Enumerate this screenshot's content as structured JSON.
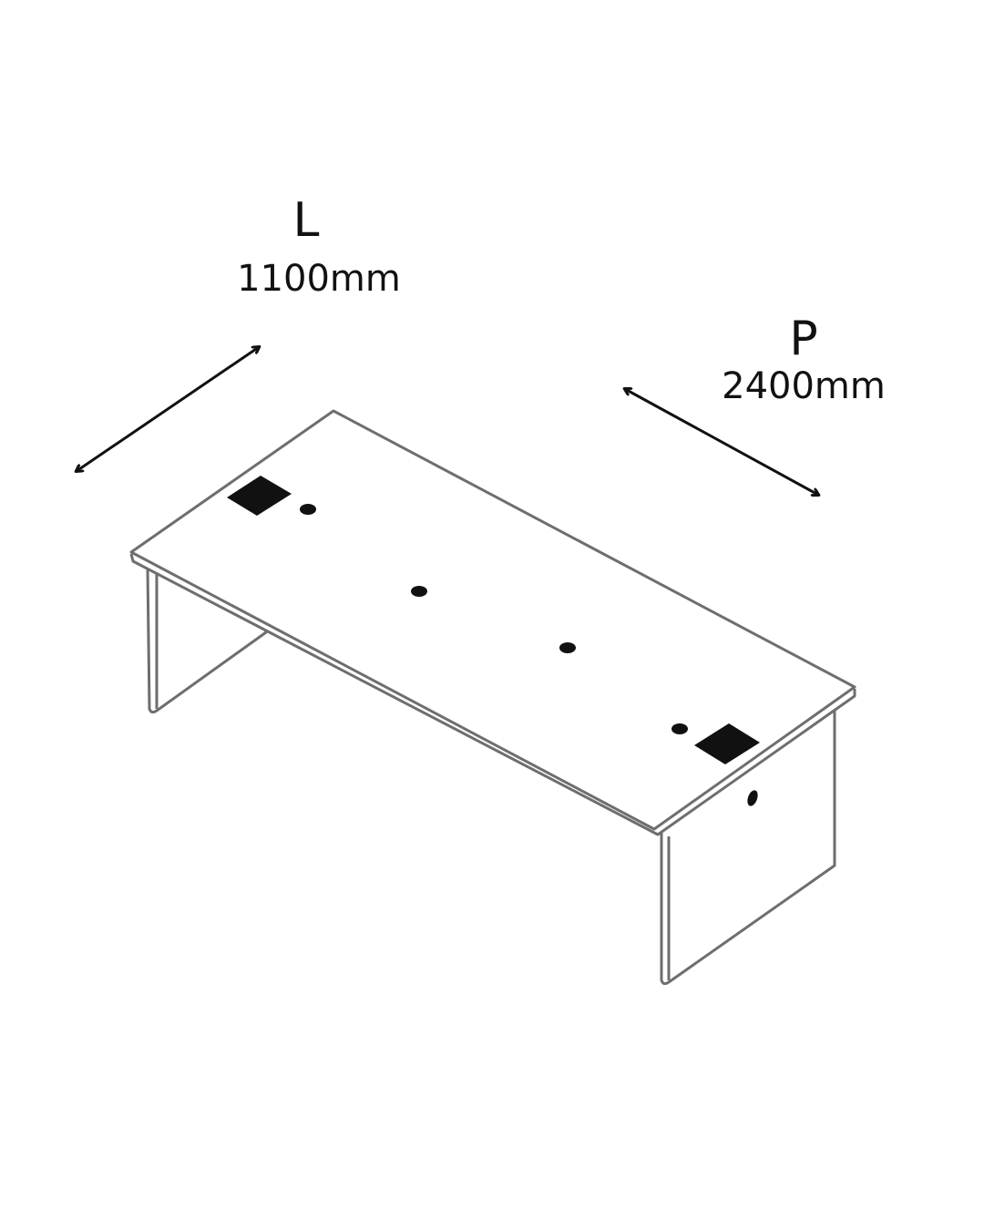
{
  "dimensions": {
    "length": {
      "letter": "L",
      "value": "1100mm"
    },
    "depth": {
      "letter": "P",
      "value": "2400mm"
    }
  },
  "colors": {
    "text": "#111111",
    "outline": "#6e6e6e",
    "arrow": "#111111",
    "holes": "#111111"
  }
}
